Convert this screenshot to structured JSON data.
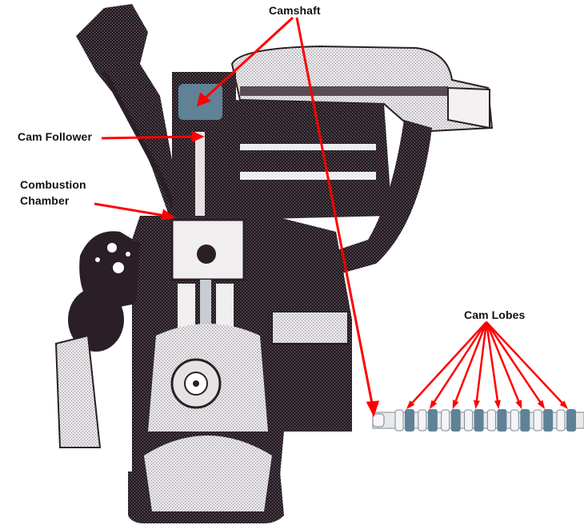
{
  "diagram": {
    "subject": "Overhead camshaft engine cutaway",
    "labels": {
      "camshaft": "Camshaft",
      "cam_follower": "Cam Follower",
      "combustion_chamber_line1": "Combustion",
      "combustion_chamber_line2": "Chamber",
      "cam_lobes": "Cam Lobes"
    },
    "cam_lobe_count": 8,
    "colors": {
      "arrow": "#ff0000",
      "ink": "#2a1f26",
      "steel_blue": "#5f8296",
      "background": "#ffffff"
    }
  }
}
